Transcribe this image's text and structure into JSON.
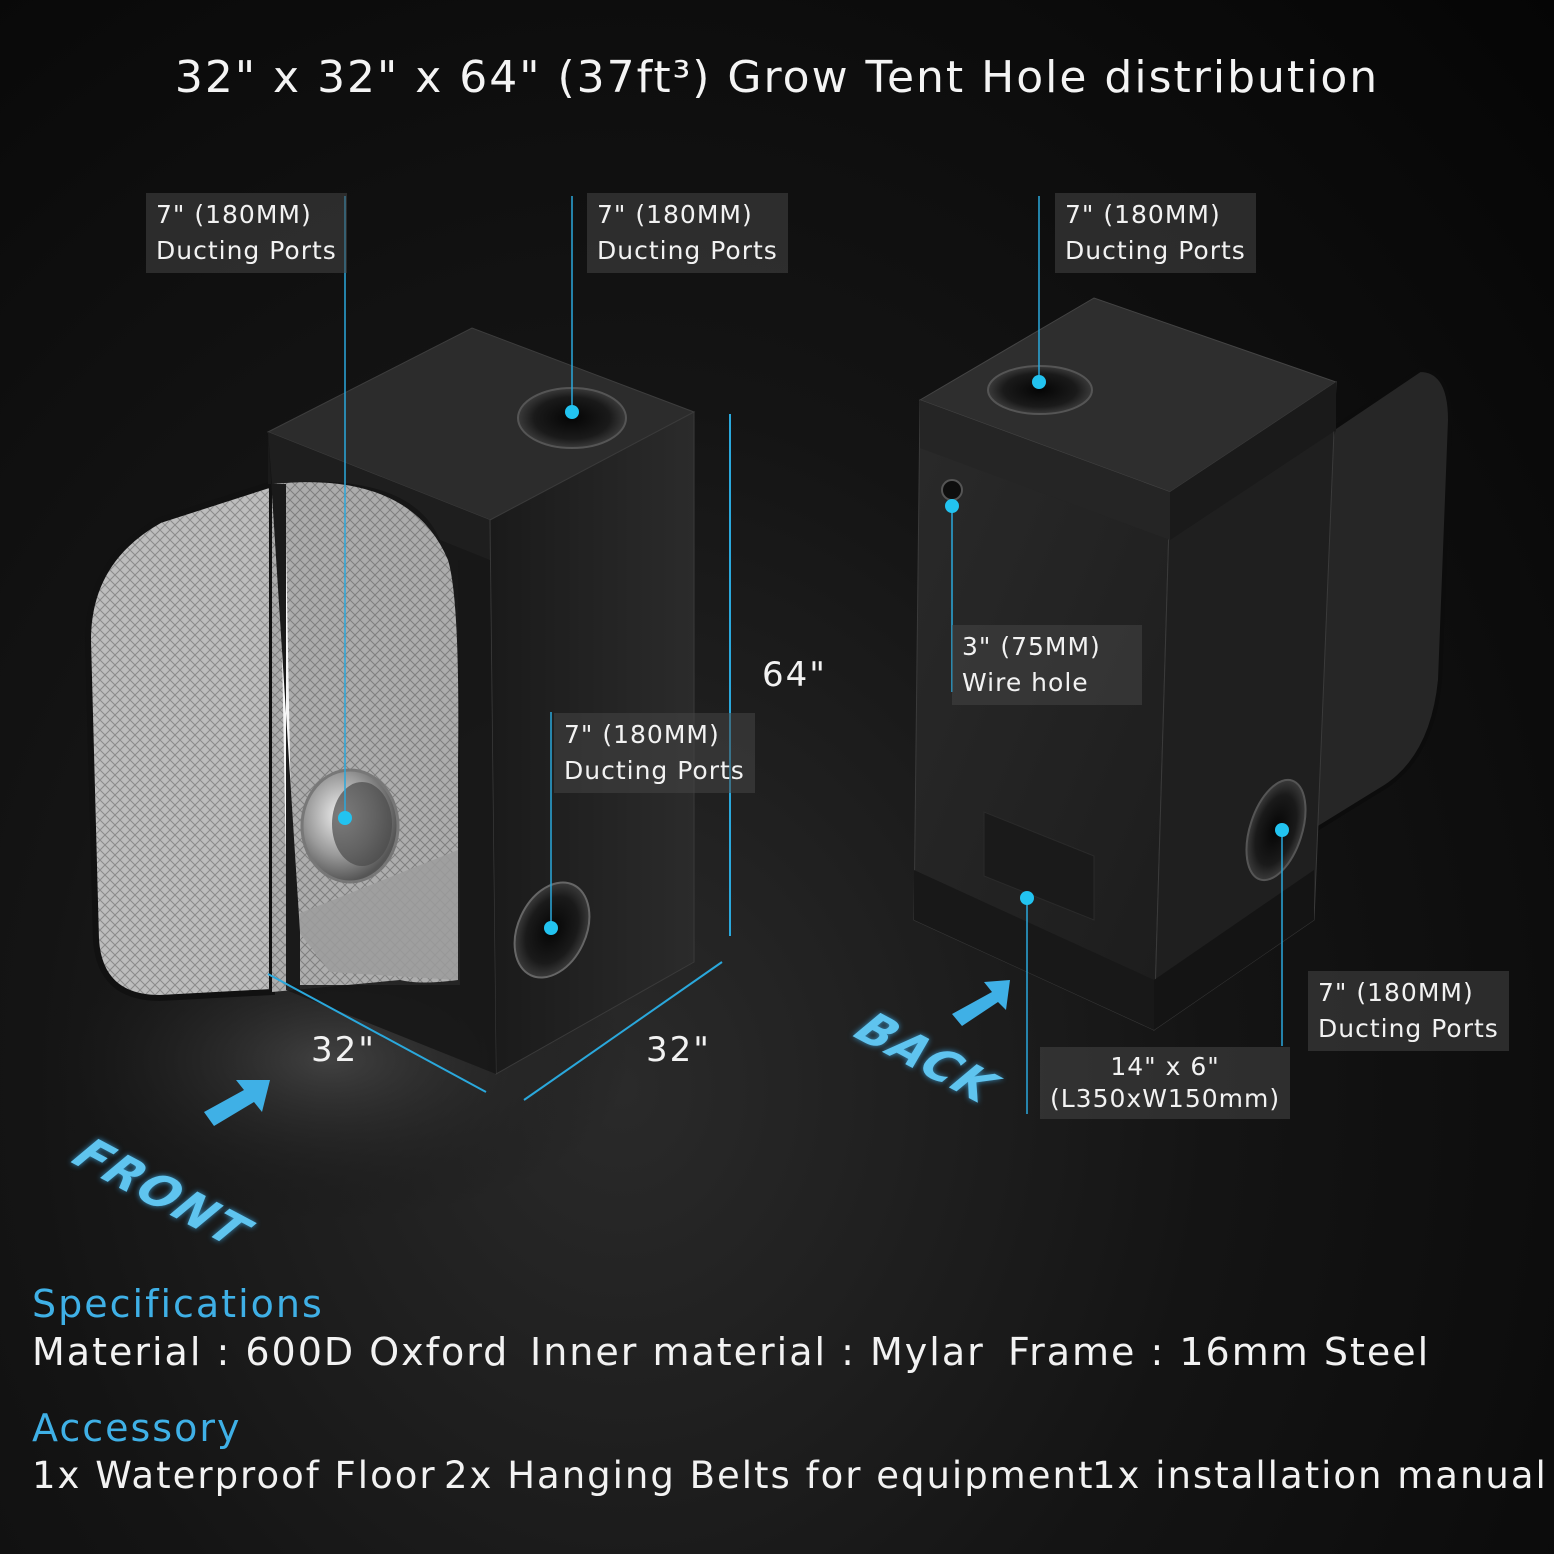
{
  "title": "32\" x 32\" x 64\" (37ft³) Grow Tent Hole distribution",
  "callouts": {
    "front_left": {
      "line1": "7\" (180MM)",
      "line2": "Ducting Ports"
    },
    "front_top": {
      "line1": "7\" (180MM)",
      "line2": "Ducting Ports"
    },
    "front_side": {
      "line1": "7\" (180MM)",
      "line2": "Ducting Ports"
    },
    "back_top": {
      "line1": "7\" (180MM)",
      "line2": "Ducting Ports"
    },
    "back_wire": {
      "line1": "3\" (75MM)",
      "line2": "Wire hole"
    },
    "back_side": {
      "line1": "7\" (180MM)",
      "line2": "Ducting Ports"
    },
    "back_vent": {
      "line1": "14\" x 6\"",
      "line2": "(L350xW150mm)"
    }
  },
  "dimensions": {
    "height": "64\"",
    "width": "32\"",
    "depth": "32\""
  },
  "labels": {
    "front": "FRONT",
    "back": "BACK"
  },
  "specifications": {
    "heading": "Specifications",
    "material": "Material : 600D Oxford",
    "inner": "Inner material : Mylar",
    "frame": "Frame : 16mm Steel"
  },
  "accessory": {
    "heading": "Accessory",
    "item1": "1x Waterproof Floor",
    "item2": "2x  Hanging Belts for equipment",
    "item3": "1x installation manual"
  },
  "colors": {
    "accent": "#3fb0e6",
    "dot": "#22c3f0"
  }
}
